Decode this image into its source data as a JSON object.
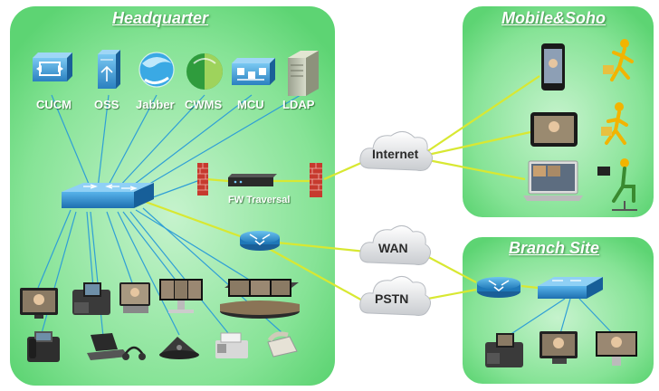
{
  "zones": {
    "headquarter": "Headquarter",
    "mobile_soho": "Mobile&Soho",
    "branch_site": "Branch Site"
  },
  "servers": [
    {
      "id": "cucm",
      "label": "CUCM",
      "icon": "cucm-server-icon"
    },
    {
      "id": "oss",
      "label": "OSS",
      "icon": "oss-server-icon"
    },
    {
      "id": "jabber",
      "label": "Jabber",
      "icon": "jabber-icon"
    },
    {
      "id": "cwms",
      "label": "CWMS",
      "icon": "cwms-icon"
    },
    {
      "id": "mcu",
      "label": "MCU",
      "icon": "mcu-icon"
    },
    {
      "id": "ldap",
      "label": "LDAP",
      "icon": "ldap-server-icon"
    }
  ],
  "fw_traversal": "FW Traversal",
  "clouds": {
    "internet": "Internet",
    "wan": "WAN",
    "pstn": "PSTN"
  },
  "colors": {
    "zone_fill": "#6fdc82",
    "zone_fill_light": "#b9f0c2",
    "lan_link": "#2f9fd6",
    "wan_link": "#d8e832",
    "switch_blue": "#2a86c8",
    "firewall_red": "#c63a2e"
  }
}
